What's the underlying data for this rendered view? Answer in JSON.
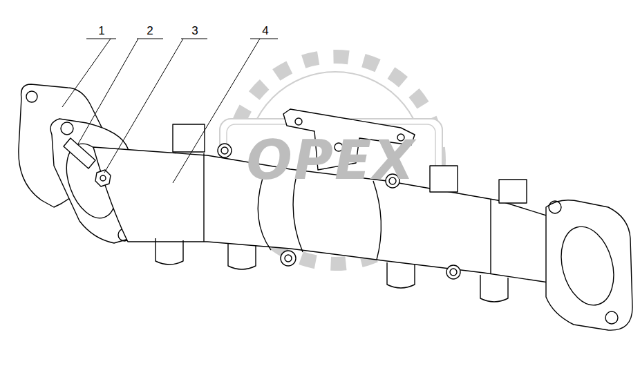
{
  "diagram": {
    "labels": [
      "1",
      "2",
      "3",
      "4",
      "OPEX"
    ]
  }
}
